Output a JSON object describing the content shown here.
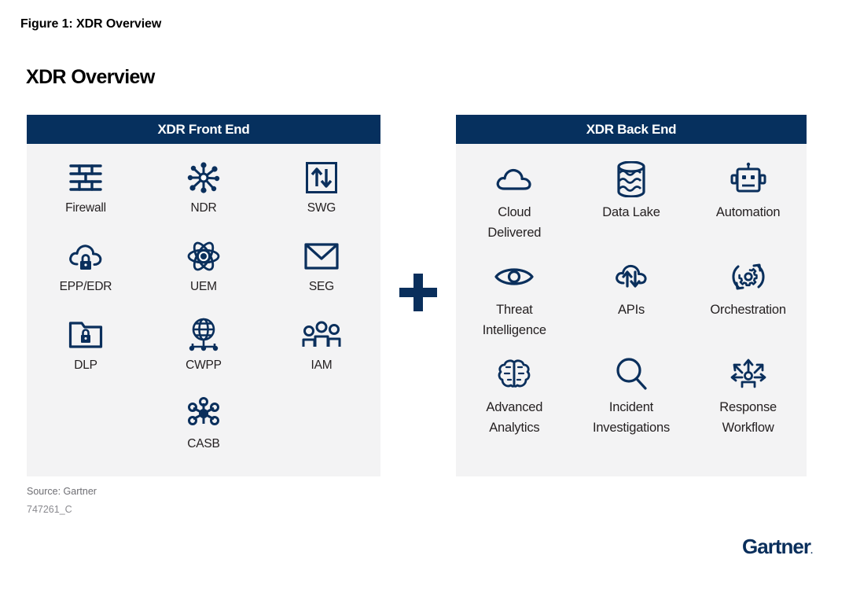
{
  "figure": {
    "caption": "Figure 1: XDR Overview",
    "title": "XDR Overview"
  },
  "colors": {
    "header_navy": "#06305e",
    "icon_navy": "#0a2f5c",
    "panel_background": "#f3f3f4",
    "page_background": "#ffffff",
    "label_text": "#231f20",
    "source_text": "#6e6e73"
  },
  "operator": {
    "symbol": "+",
    "name": "plus"
  },
  "panels": [
    {
      "id": "front-end",
      "header": "XDR Front End",
      "items": [
        {
          "label": "Firewall",
          "icon": "firewall-icon"
        },
        {
          "label": "NDR",
          "icon": "network-hub-icon"
        },
        {
          "label": "SWG",
          "icon": "gateway-arrows-icon"
        },
        {
          "label": "EPP/EDR",
          "icon": "cloud-lock-icon"
        },
        {
          "label": "UEM",
          "icon": "atom-icon"
        },
        {
          "label": "SEG",
          "icon": "envelope-icon"
        },
        {
          "label": "DLP",
          "icon": "folder-lock-icon"
        },
        {
          "label": "CWPP",
          "icon": "globe-network-icon"
        },
        {
          "label": "IAM",
          "icon": "people-group-icon"
        },
        {
          "label": "CASB",
          "icon": "node-cluster-icon"
        }
      ]
    },
    {
      "id": "back-end",
      "header": "XDR Back End",
      "items": [
        {
          "label": "Cloud\nDelivered",
          "icon": "cloud-icon"
        },
        {
          "label": "Data Lake",
          "icon": "data-cylinder-icon"
        },
        {
          "label": "Automation",
          "icon": "robot-icon"
        },
        {
          "label": "Threat\nIntelligence",
          "icon": "eye-icon"
        },
        {
          "label": "APIs",
          "icon": "cloud-sync-icon"
        },
        {
          "label": "Orchestration",
          "icon": "gear-refresh-icon"
        },
        {
          "label": "Advanced\nAnalytics",
          "icon": "brain-icon"
        },
        {
          "label": "Incident\nInvestigations",
          "icon": "magnifier-icon"
        },
        {
          "label": "Response\nWorkflow",
          "icon": "person-arrows-icon"
        }
      ]
    }
  ],
  "footer": {
    "source": "Source: Gartner",
    "code": "747261_C",
    "logo": "Gartner",
    "logo_mark": "."
  }
}
